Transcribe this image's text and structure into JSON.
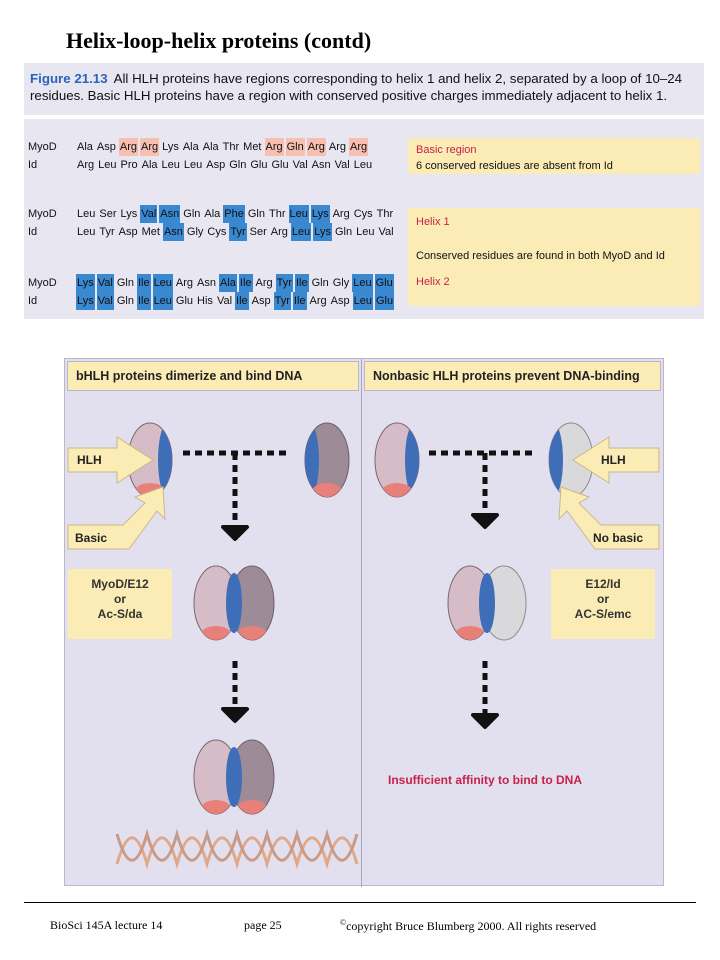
{
  "title": "Helix-loop-helix proteins (contd)",
  "caption": {
    "fig": "Figure 21.13",
    "text": "All HLH proteins have regions corresponding to helix 1 and helix 2, separated by a loop of 10–24 residues. Basic HLH proteins have a region with conserved positive charges immediately adjacent to helix 1."
  },
  "sequences": [
    {
      "label": "MyoD",
      "residues": [
        [
          "Ala",
          ""
        ],
        [
          "Asp",
          ""
        ],
        [
          "Arg",
          "p"
        ],
        [
          "Arg",
          "p"
        ],
        [
          "Lys",
          ""
        ],
        [
          "Ala",
          ""
        ],
        [
          "Ala",
          ""
        ],
        [
          "Thr",
          ""
        ],
        [
          "Met",
          ""
        ],
        [
          "Arg",
          "p"
        ],
        [
          "Gln",
          "p"
        ],
        [
          "Arg",
          "p"
        ],
        [
          "Arg",
          ""
        ],
        [
          "Arg",
          "p"
        ]
      ]
    },
    {
      "label": "Id",
      "residues": [
        [
          "Arg",
          ""
        ],
        [
          "Leu",
          ""
        ],
        [
          "Pro",
          ""
        ],
        [
          "Ala",
          ""
        ],
        [
          "Leu",
          ""
        ],
        [
          "Leu",
          ""
        ],
        [
          "Asp",
          ""
        ],
        [
          "Gln",
          ""
        ],
        [
          "Glu",
          ""
        ],
        [
          "Glu",
          ""
        ],
        [
          "Val",
          ""
        ],
        [
          "Asn",
          ""
        ],
        [
          "Val",
          ""
        ],
        [
          "Leu",
          ""
        ]
      ]
    },
    {
      "label": "MyoD",
      "residues": [
        [
          "Leu",
          ""
        ],
        [
          "Ser",
          ""
        ],
        [
          "Lys",
          ""
        ],
        [
          "Val",
          "b"
        ],
        [
          "Asn",
          "b"
        ],
        [
          "Gln",
          ""
        ],
        [
          "Ala",
          ""
        ],
        [
          "Phe",
          "b"
        ],
        [
          "Gln",
          ""
        ],
        [
          "Thr",
          ""
        ],
        [
          "Leu",
          "b"
        ],
        [
          "Lys",
          "b"
        ],
        [
          "Arg",
          ""
        ],
        [
          "Cys",
          ""
        ],
        [
          "Thr",
          ""
        ]
      ]
    },
    {
      "label": "Id",
      "residues": [
        [
          "Leu",
          ""
        ],
        [
          "Tyr",
          ""
        ],
        [
          "Asp",
          ""
        ],
        [
          "Met",
          ""
        ],
        [
          "Asn",
          "b"
        ],
        [
          "Gly",
          ""
        ],
        [
          "Cys",
          ""
        ],
        [
          "Tyr",
          "b"
        ],
        [
          "Ser",
          ""
        ],
        [
          "Arg",
          ""
        ],
        [
          "Leu",
          "b"
        ],
        [
          "Lys",
          "b"
        ],
        [
          "Gln",
          ""
        ],
        [
          "Leu",
          ""
        ],
        [
          "Val",
          ""
        ]
      ]
    },
    {
      "label": "MyoD",
      "residues": [
        [
          "Lys",
          "b"
        ],
        [
          "Val",
          "b"
        ],
        [
          "Gln",
          ""
        ],
        [
          "Ile",
          "b"
        ],
        [
          "Leu",
          "b"
        ],
        [
          "Arg",
          ""
        ],
        [
          "Asn",
          ""
        ],
        [
          "Ala",
          "b"
        ],
        [
          "Ile",
          "b"
        ],
        [
          "Arg",
          ""
        ],
        [
          "Tyr",
          "b"
        ],
        [
          "Ile",
          "b"
        ],
        [
          "Gln",
          ""
        ],
        [
          "Gly",
          ""
        ],
        [
          "Leu",
          "b"
        ],
        [
          "Glu",
          "b"
        ]
      ]
    },
    {
      "label": "Id",
      "residues": [
        [
          "Lys",
          "b"
        ],
        [
          "Val",
          "b"
        ],
        [
          "Gln",
          ""
        ],
        [
          "Ile",
          "b"
        ],
        [
          "Leu",
          "b"
        ],
        [
          "Glu",
          ""
        ],
        [
          "His",
          ""
        ],
        [
          "Val",
          ""
        ],
        [
          "Ile",
          "b"
        ],
        [
          "Asp",
          ""
        ],
        [
          "Tyr",
          "b"
        ],
        [
          "Ile",
          "b"
        ],
        [
          "Arg",
          ""
        ],
        [
          "Asp",
          ""
        ],
        [
          "Leu",
          "b"
        ],
        [
          "Glu",
          "b"
        ]
      ]
    }
  ],
  "notes": {
    "basic_title": "Basic region",
    "basic_text": "6 conserved residues are absent from Id",
    "helix1": "Helix 1",
    "conserved": "Conserved residues are found in both MyoD and Id",
    "helix2": "Helix 2"
  },
  "diagram": {
    "left_header": "bHLH proteins dimerize and bind DNA",
    "right_header": "Nonbasic HLH proteins prevent DNA-binding",
    "hlh_left": "HLH",
    "basic": "Basic",
    "hlh_right": "HLH",
    "no_basic": "No basic",
    "left_box": [
      "MyoD/E12",
      "or",
      "Ac-S/da"
    ],
    "right_box": [
      "E12/Id",
      "or",
      "AC-S/emc"
    ],
    "insufficient": "Insufficient affinity to bind to DNA"
  },
  "footer": {
    "course": "BioSci 145A lecture 14",
    "page": "page 25",
    "copyright_symbol": "©",
    "copyright": "copyright Bruce Blumberg 2000. All rights reserved"
  },
  "colors": {
    "basic_highlight": "#f7bfb0",
    "helix_highlight": "#3a88d0",
    "note_bg": "#fbecb5",
    "panel_bg": "#e8e6f1",
    "accent_red": "#c8214a"
  }
}
